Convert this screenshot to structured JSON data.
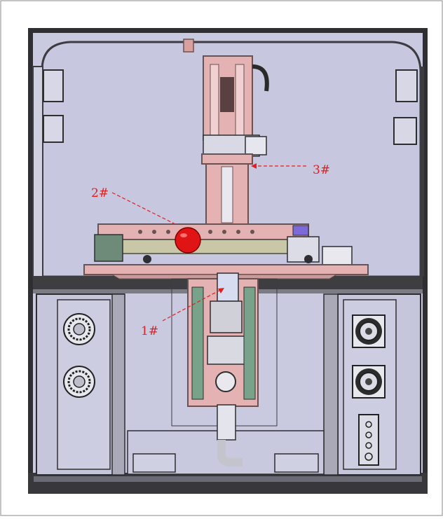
{
  "figure": {
    "colors": {
      "background": "#c9c9e0",
      "frame": "#3a3a3e",
      "machine_pink": "#e4b2b2",
      "machine_dark": "#6b5252",
      "ball_red": "#e01414",
      "annotation_red": "#e02020"
    },
    "labels": [
      {
        "id": "label-1",
        "text": "1#"
      },
      {
        "id": "label-2",
        "text": "2#"
      },
      {
        "id": "label-3",
        "text": "3#"
      }
    ]
  }
}
